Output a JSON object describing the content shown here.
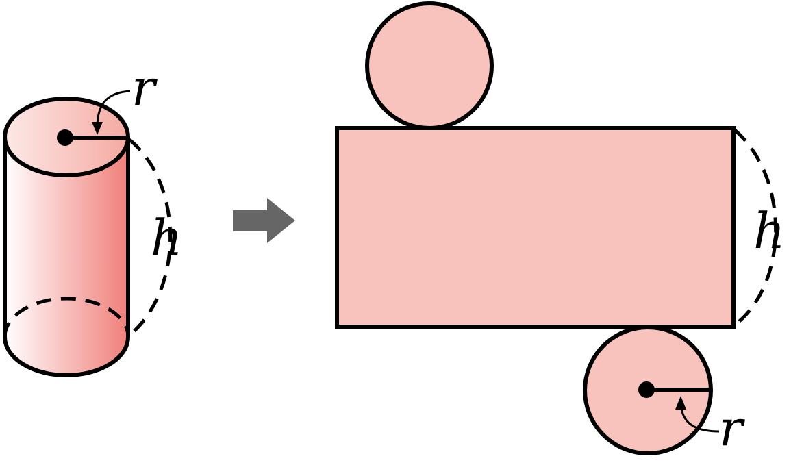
{
  "labels": {
    "cylinder_radius": "r",
    "cylinder_height": "h",
    "net_height": "h",
    "net_radius": "r"
  },
  "colors": {
    "fill_pink": "#F8C3BC",
    "gradient_light": "#FFFFFF",
    "gradient_dark": "#F07F7A",
    "arrow_gray": "#666666",
    "stroke": "#000000"
  }
}
